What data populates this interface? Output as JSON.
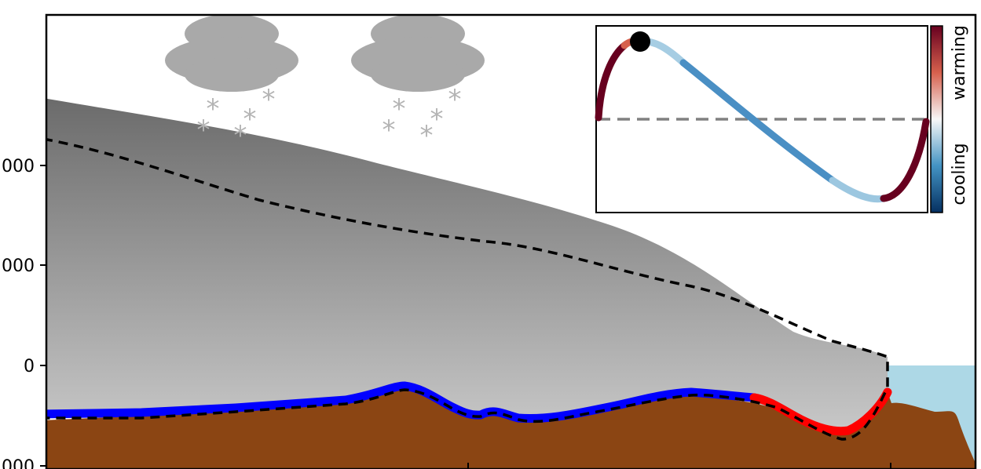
{
  "axes": {
    "y_tick_labels": [
      "000",
      "000",
      "0",
      "000"
    ]
  },
  "inset": {
    "colorbar": {
      "top_label": "warming",
      "bottom_label": "cooling"
    }
  },
  "colors": {
    "sky_ocean": "#add8e6",
    "ice_top": "#6b6b6b",
    "ice_bottom": "#c8c8c8",
    "bedrock": "#8b4513",
    "cold_base": "#0000ff",
    "warm_base": "#ff0000",
    "cloud": "#a9a9a9",
    "snowflake": "#b4b4b4",
    "dashed_outline": "#000000",
    "cbar_warm": "#67001f",
    "cbar_cool": "#053061"
  },
  "icons": [
    "cloud-icon",
    "snowflake-icon"
  ]
}
